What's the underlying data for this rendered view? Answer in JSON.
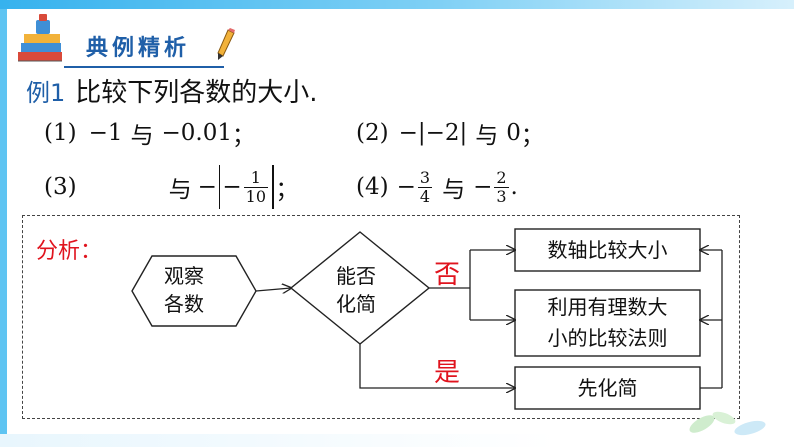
{
  "header": {
    "title": "典例精析"
  },
  "example": {
    "label": "例1",
    "text": "比较下列各数的大小."
  },
  "problems": {
    "p1": {
      "num": "(1)",
      "a": "−1",
      "conj": "与",
      "b": "−0.01",
      "end": "；"
    },
    "p2": {
      "num": "(2)",
      "a": "−|−2|",
      "conj": "与",
      "b": "0",
      "end": "；"
    },
    "p3": {
      "num": "(3)",
      "conj": "与",
      "neg": "−",
      "inner_neg": "−",
      "frac_num": "1",
      "frac_den": "10",
      "end": "；"
    },
    "p4": {
      "num": "(4)",
      "neg1": "−",
      "frac1_num": "3",
      "frac1_den": "4",
      "conj": "与",
      "neg2": "−",
      "frac2_num": "2",
      "frac2_den": "3",
      "end": "."
    }
  },
  "analysis": {
    "label": "分析：",
    "observe": [
      "观察",
      "各数"
    ],
    "decision": [
      "能否",
      "化简"
    ],
    "no": "否",
    "yes": "是",
    "box1": "数轴比较大小",
    "box2": [
      "利用有理数大",
      "小的比较法则"
    ],
    "box3": "先化简"
  },
  "colors": {
    "accent_blue": "#1f5fa8",
    "accent_red": "#e0141e",
    "bar_blue": "#36b2ee"
  },
  "icons": [
    "books-icon",
    "pencil-icon",
    "leaf-decoration-icon"
  ]
}
